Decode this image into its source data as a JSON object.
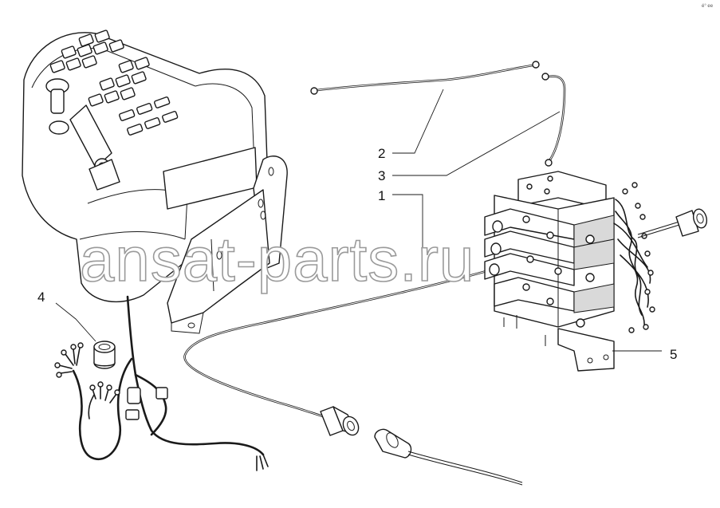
{
  "callouts": [
    {
      "number": "1"
    },
    {
      "number": "2"
    },
    {
      "number": "3"
    },
    {
      "number": "4"
    },
    {
      "number": "5"
    }
  ],
  "watermark": "ansat-parts.ru",
  "corner_mark": "é° ee"
}
